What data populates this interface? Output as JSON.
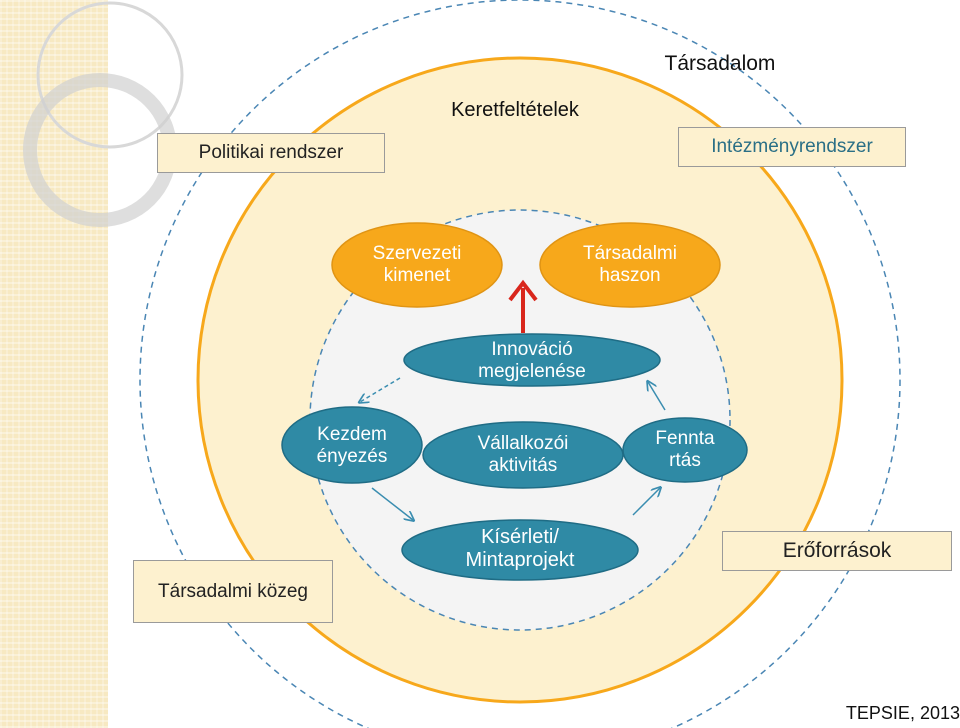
{
  "labels": {
    "society": "Társadalom",
    "framework": "Keretfeltételek"
  },
  "boxes": {
    "political_system": "Politikai rendszer",
    "institutional_system": "Intézményrendszer",
    "social_medium": "Társadalmi közeg",
    "resources": "Erőforrások"
  },
  "nodes": {
    "organizational_output": "Szervezeti\nkimenet",
    "social_benefit": "Társadalmi\nhaszon",
    "innovation": "Innováció\nmegjelenése",
    "initiative": "Kezdem\nényezés",
    "entrepreneurial_activity": "Vállalkozói\naktivitás",
    "sustainability": "Fennta\nrtás",
    "pilot_project": "Kísérleti/\nMintaprojekt"
  },
  "credit": "TEPSIE, 2013",
  "colors": {
    "outer_ring": "#fdf1cf",
    "inner_circle": "#f4f4f4",
    "orange_node": "#f7a81b",
    "blue_node": "#2f8aa5",
    "arrow": "#3a8db0",
    "dashed": "#4a86b4"
  }
}
